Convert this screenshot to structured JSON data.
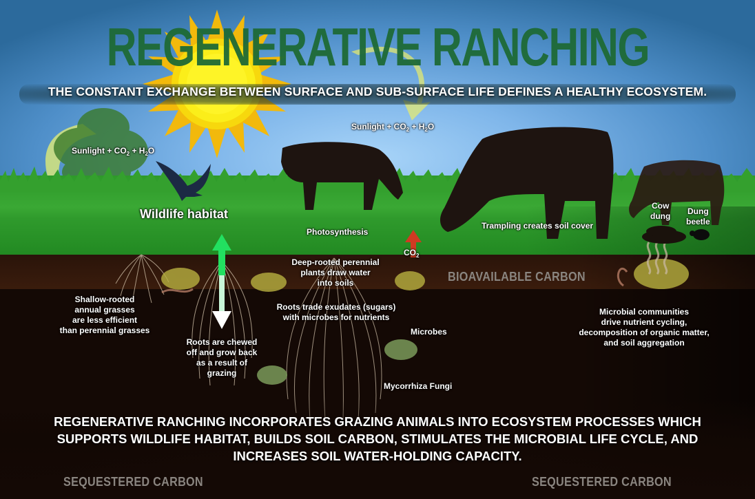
{
  "infographic": {
    "title": "REGENERATIVE RANCHING",
    "subtitle": "THE CONSTANT EXCHANGE BETWEEN SURFACE AND SUB-SURFACE LIFE DEFINES A HEALTHY ECOSYSTEM.",
    "colors": {
      "title_green": "#1e6a36",
      "sky_blue": "#7fb6ea",
      "grass_green": "#3aa834",
      "soil_brown": "#3b1d0b",
      "sun_yellow": "#f5d30a",
      "arrow_green": "#22e060",
      "arrow_red": "#d03a22",
      "label_gray": "#8a8580"
    },
    "surface_labels": {
      "sunlight_left": {
        "prefix": "Sunlight + CO",
        "sub1": "2",
        "mid": " + H",
        "sub2": "2",
        "suffix": "O"
      },
      "sunlight_center": {
        "prefix": "Sunlight + CO",
        "sub1": "2",
        "mid": " + H",
        "sub2": "2",
        "suffix": "O"
      },
      "wildlife_habitat": "Wildlife habitat",
      "photosynthesis": "Photosynthesis",
      "co2": {
        "prefix": "CO",
        "sub": "2"
      },
      "trampling": "Trampling creates soil cover",
      "cow_dung": [
        "Cow",
        "dung"
      ],
      "dung_beetle": [
        "Dung",
        "beetle"
      ]
    },
    "soil_labels": {
      "bioavailable_carbon": "BIOAVAILABLE CARBON",
      "shallow_rooted": [
        "Shallow-rooted",
        "annual grasses",
        "are less efficient",
        "than perennial grasses"
      ],
      "deep_rooted": [
        "Deep-rooted perennial",
        "plants draw water",
        "into soils"
      ],
      "roots_trade": [
        "Roots trade exudates (sugars)",
        "with microbes for nutrients"
      ],
      "roots_chewed": [
        "Roots are chewed",
        "off and grow back",
        "as a result of",
        "grazing"
      ],
      "microbes": "Microbes",
      "mycorrhiza": "Mycorrhiza Fungi",
      "microbial_communities": [
        "Microbial communities",
        "drive nutrient cycling,",
        "decomposition of organic matter,",
        "and soil aggregation"
      ]
    },
    "summary": [
      "REGENERATIVE RANCHING INCORPORATES GRAZING ANIMALS INTO ECOSYSTEM PROCESSES WHICH",
      "SUPPORTS WILDLIFE HABITAT, BUILDS SOIL CARBON, STIMULATES THE MICROBIAL LIFE CYCLE, AND",
      "INCREASES SOIL WATER-HOLDING CAPACITY."
    ],
    "sequestered_carbon_left": "SEQUESTERED CARBON",
    "sequestered_carbon_right": "SEQUESTERED CARBON"
  }
}
